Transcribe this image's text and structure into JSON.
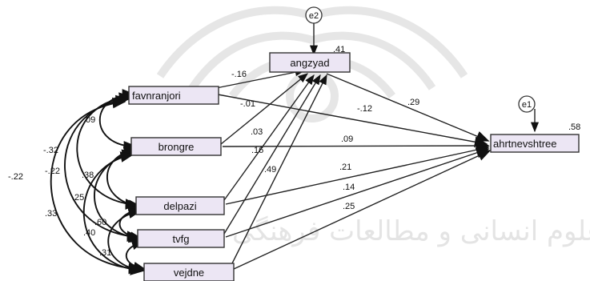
{
  "watermark": {
    "text": "پژوهشگاه علوم انسانی و مطالعات فرهنگی"
  },
  "errors": {
    "e2": {
      "label": "e2"
    },
    "e1": {
      "label": "e1"
    }
  },
  "nodes": {
    "angzyad": {
      "label": "angzyad",
      "r2": ".41"
    },
    "ahrtnevshtree": {
      "label": "ahrtnevshtree",
      "r2": ".58"
    },
    "favnranjori": {
      "label": "favnranjori"
    },
    "brongre": {
      "label": "brongre"
    },
    "delpazi": {
      "label": "delpazi"
    },
    "tvfg": {
      "label": "tvfg"
    },
    "vejdne": {
      "label": "vejdne"
    }
  },
  "paths": {
    "favnranjori_angzyad": "-.16",
    "brongre_angzyad": "-.01",
    "delpazi_angzyad": ".03",
    "tvfg_angzyad": ".16",
    "vejdne_angzyad": ".49",
    "favnranjori_ahrtnevshtree": "-.12",
    "angzyad_ahrtnevshtree": ".29",
    "brongre_ahrtnevshtree": ".09",
    "delpazi_ahrtnevshtree": ".21",
    "tvfg_ahrtnevshtree": ".14",
    "vejdne_ahrtnevshtree": ".25"
  },
  "covariances": {
    "favnranjori_brongre": ".09",
    "favnranjori_delpazi": "-.32",
    "favnranjori_tvfg": "-.22",
    "favnranjori_vejdne": "-.22",
    "brongre_delpazi": ".38",
    "brongre_tvfg": ".25",
    "brongre_vejdne": ".33",
    "delpazi_tvfg": ".60",
    "delpazi_vejdne": ".40",
    "tvfg_vejdne": ".31"
  }
}
